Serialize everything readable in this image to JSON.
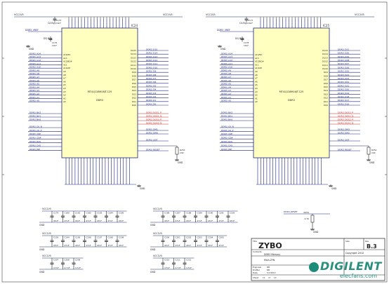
{
  "power": {
    "vcc": "VCC1V5",
    "gnd": "GND"
  },
  "chips": [
    {
      "ref": "IC24",
      "part": "MT41J128M16JT-125",
      "type": "DDR3",
      "vref_label": "DDR3_VREF",
      "cap_bypass": "CA Byp",
      "dq_bypass": "DQ Byp",
      "cap1_ref": "C175",
      "cap1_val": "10nF",
      "cap2_ref": "C176",
      "cap2_val": "10nF",
      "addr_nets": [
        "DDR3_A14",
        "DDR3_A13",
        "DDR3_A12",
        "DDR3_A11",
        "DDR3_A10",
        "DDR3_A9",
        "DDR3_A8",
        "DDR3_A7",
        "DDR3_A6",
        "DDR3_A5",
        "DDR3_A4",
        "DDR3_A3",
        "DDR3_A2",
        "DDR3_A1",
        "DDR3_A0"
      ],
      "addr_pins": [
        "A14/NC",
        "A13",
        "A12/BC#",
        "A11",
        "A10/AP",
        "A9",
        "A8",
        "A7",
        "A6",
        "A5",
        "A4",
        "A3",
        "A2",
        "A1",
        "A0"
      ],
      "ba_nets": [
        "DDR3_BA2",
        "DDR3_BA1",
        "DDR3_BA0"
      ],
      "ctl_nets": [
        "DDR3_CK_N",
        "DDR3_CK_P",
        "DDR3_CKE",
        "DDR3_CS#",
        "DDR3_RAS",
        "DDR3_CAS",
        "DDR3_WE"
      ],
      "dq_nets": [
        "DDR3_D15",
        "DDR3_D14",
        "DDR3_D13",
        "DDR3_D12",
        "DDR3_D11",
        "DDR3_D10",
        "DDR3_D9",
        "DDR3_D8",
        "DDR3_D7",
        "DDR3_D6",
        "DDR3_D5",
        "DDR3_D4",
        "DDR3_D3",
        "DDR3_D2",
        "DDR3_D1",
        "DDR3_D0"
      ],
      "dqs_nets": [
        "DDR3_DQS1_P",
        "DDR3_DQS1_N",
        "DDR3_DQS0_P",
        "DDR3_DQS0_N"
      ],
      "dm_nets": [
        "DDR3_DM1",
        "DDR3_DM0"
      ],
      "odt_net": "DDR3_ODT",
      "reset_net": "DDR3_RESET",
      "res_ref": "R253",
      "res_val": "240"
    },
    {
      "ref": "IC25",
      "part": "MT41J128M16JT-125",
      "type": "DDR3",
      "vref_label": "DDR3_VREF",
      "cap_bypass": "CA Byp",
      "dq_bypass": "DQ Byp",
      "cap1_ref": "C177",
      "cap1_val": "10nF",
      "cap2_ref": "C178",
      "cap2_val": "10nF",
      "addr_nets": [
        "DDR3_A14",
        "DDR3_A13",
        "DDR3_A12",
        "DDR3_A11",
        "DDR3_A10",
        "DDR3_A9",
        "DDR3_A8",
        "DDR3_A7",
        "DDR3_A6",
        "DDR3_A5",
        "DDR3_A4",
        "DDR3_A3",
        "DDR3_A2",
        "DDR3_A1",
        "DDR3_A0"
      ],
      "addr_pins": [
        "A14/NC",
        "A13",
        "A12/BC#",
        "A11",
        "A10/AP",
        "A9",
        "A8",
        "A7",
        "A6",
        "A5",
        "A4",
        "A3",
        "A2",
        "A1",
        "A0"
      ],
      "ba_nets": [
        "DDR3_BA2",
        "DDR3_BA1",
        "DDR3_BA0"
      ],
      "ctl_nets": [
        "DDR3_CK_N",
        "DDR3_CK_P",
        "DDR3_CKE",
        "DDR3_CS#",
        "DDR3_RAS",
        "DDR3_CAS",
        "DDR3_WE"
      ],
      "dq_nets": [
        "DDR3_D31",
        "DDR3_D30",
        "DDR3_D29",
        "DDR3_D28",
        "DDR3_D27",
        "DDR3_D26",
        "DDR3_D25",
        "DDR3_D24",
        "DDR3_D23",
        "DDR3_D22",
        "DDR3_D21",
        "DDR3_D20",
        "DDR3_D19",
        "DDR3_D18",
        "DDR3_D17",
        "DDR3_D16"
      ],
      "dqs_nets": [
        "DDR3_DQS3_P",
        "DDR3_DQS3_N",
        "DDR3_DQS2_P",
        "DDR3_DQS2_N"
      ],
      "dm_nets": [
        "DDR3_DM3",
        "DDR3_DM2"
      ],
      "odt_net": "DDR3_ODT",
      "reset_net": "DDR3_RESET",
      "res_ref": "R252",
      "res_val": "240"
    }
  ],
  "cap_banks": [
    {
      "vcc": "VCC1V5",
      "refs": [
        "C179",
        "C180",
        "C181",
        "C182",
        "C183",
        "C184",
        "C185"
      ],
      "value": "47nF"
    },
    {
      "vcc": "VCC1V5",
      "refs": [
        "C186",
        "C187",
        "C188",
        "C189",
        "C190",
        "C191",
        "C192"
      ],
      "value": "47nF"
    },
    {
      "vcc": "VCC1V5",
      "refs": [
        "C193",
        "C194",
        "C195",
        "C196",
        "C197",
        "C198",
        "C199"
      ],
      "value": "47nF"
    },
    {
      "vcc": "VCC1V5",
      "refs": [
        "C200",
        "C201",
        "C202",
        "C203",
        "C204",
        "C205"
      ],
      "value": "47nF"
    },
    {
      "vcc": "VCC1V5",
      "refs": [
        "C207",
        "C208",
        "C209"
      ],
      "value": "4.7uF"
    },
    {
      "vcc": "VCC1V5",
      "refs": [
        "C210",
        "C211",
        "C212"
      ],
      "value": "4.7uF"
    }
  ],
  "reset_pull": {
    "net": "DDR3_RESET",
    "ref": "R254",
    "value": "4.7K"
  },
  "title_block": {
    "title_label": "Title",
    "title": "ZYBO",
    "size_label": "Size",
    "rev_label": "Rev",
    "rev": "B.3",
    "copyright": "Copyright 2012",
    "contents_label": "Contents",
    "contents": "DDR3 Memory",
    "sheet_name": "Main-ZYN",
    "engineer_label": "Engineer",
    "engineer": "DB",
    "drafter_label": "Drafter",
    "drafter": "DB",
    "date_label": "Date",
    "date": "5/7/2013",
    "sheet_label": "Sheet",
    "sheet_no": "11",
    "of_label": "of",
    "sheets": "13"
  },
  "watermark": {
    "brand": "DIGILENT",
    "url": "elecfans.com"
  }
}
